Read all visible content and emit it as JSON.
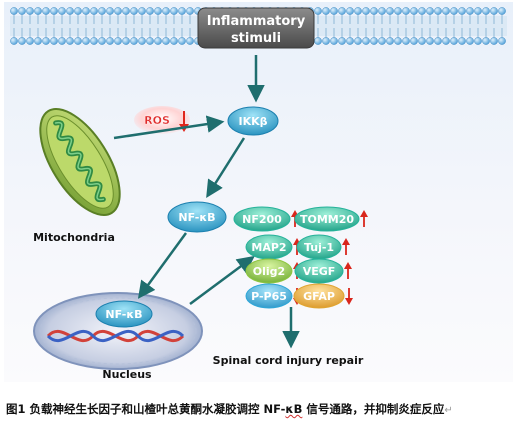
{
  "stimulus": {
    "line1": "Inflammatory",
    "line2": "stimuli"
  },
  "nodes": {
    "ros": "ROS",
    "ikk": "IKKβ",
    "nfkb_cyto": "NF-κB",
    "nfkb_nuc": "NF-κB",
    "mitochondria": "Mitochondria",
    "nucleus": "Nucleus"
  },
  "markers": [
    {
      "label": "NF200",
      "direction": "up",
      "color": "#26b39a"
    },
    {
      "label": "TOMM20",
      "direction": "up",
      "color": "#26b39a"
    },
    {
      "label": "MAP2",
      "direction": "up",
      "color": "#26b39a"
    },
    {
      "label": "Tuj-1",
      "direction": "up",
      "color": "#26b39a"
    },
    {
      "label": "Olig2",
      "direction": "up",
      "color": "#8ec63f"
    },
    {
      "label": "VEGF",
      "direction": "up",
      "color": "#26b39a"
    },
    {
      "label": "P-P65",
      "direction": "down",
      "color": "#2fa7d8"
    },
    {
      "label": "GFAP",
      "direction": "down",
      "color": "#e0a531"
    }
  ],
  "outcome": "Spinal cord injury repair",
  "caption": {
    "prefix": "图1 负载神经生长因子和山楂叶总黄酮水凝胶调控 NF-",
    "highlight": "κB",
    "suffix": " 信号通路，并抑制炎症反应",
    "mark": "↵"
  },
  "colors": {
    "ros_arrow": "#e0261c",
    "up_arrow": "#d9261c",
    "down_arrow": "#d9261c",
    "flow_arrow": "#1f6e6e",
    "membrane_head": "#6fb6e6",
    "node_fill": "#1e9ec9"
  }
}
